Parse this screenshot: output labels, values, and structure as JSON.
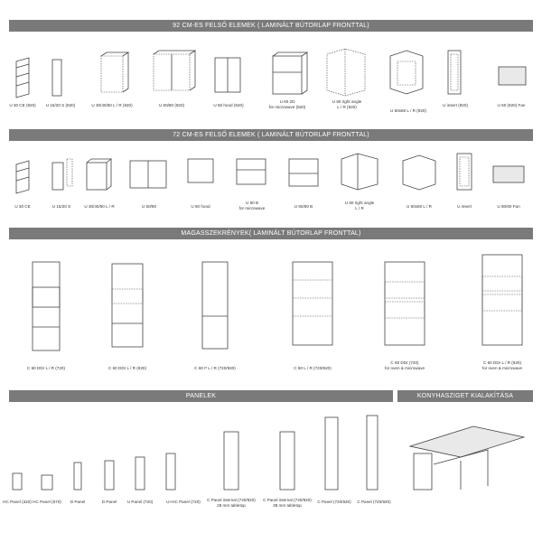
{
  "sections": {
    "upper92": "92 CM-ES FELSŐ ELEMEK ( LAMINÁLT BÚTORLAP FRONTTAL)",
    "upper72": "72 CM-ES FELSŐ ELEMEK ( LAMINÁLT BÚTORLAP FRONTTAL)",
    "tall": "MAGASSZEKRÉNYEK( LAMINÁLT BÚTORLAP FRONTTAL)",
    "panels": "PANELEK",
    "island": "KONYHASZIGET KIALAKÍTÁSA"
  },
  "row1": [
    "U 30 CE (920)",
    "U 15/20 S (920)",
    "U 30/40/50 L / R (920)",
    "U 60/80 (920)",
    "U 60 hood (920)",
    "U 60 2D\nfor microwave (920)",
    "U 60 right angle\nL / R (920)",
    "U 60x60 L / R (920)",
    "U insert (920)",
    "U 60 (920) Fan"
  ],
  "row2": [
    "U 30 CE",
    "U 15/20 S",
    "U 30/40/50 L / R",
    "U 60/80",
    "U 60 hood",
    "U 60 B\nfor microwave",
    "U 60/60 B",
    "U 60 right angle\nL / R",
    "U 60x60 L / R",
    "U insert",
    "U 50/60 Fan"
  ],
  "row3": [
    "C 60 DDr L / R (720)",
    "C 60 DDr L / R (920)",
    "C 60 F L / R (720/920)",
    "C 60 L / R (720/920)",
    "C 60 DDr (720)\nfor oven & microwave",
    "C 60 DDr L / R (920)\nfor oven & microwave"
  ],
  "row4": [
    "HC Panel (320)",
    "HC Panel (570)",
    "D Panel",
    "D Panel",
    "U Panel (720)",
    "U+HC Panel (720)",
    "C Panel internal (720/920)\n28 mm tabletop",
    "C Panel internal (720/920)\n38 mm tabletop",
    "C Panel (720/920)",
    "C Panel (720/920)"
  ]
}
